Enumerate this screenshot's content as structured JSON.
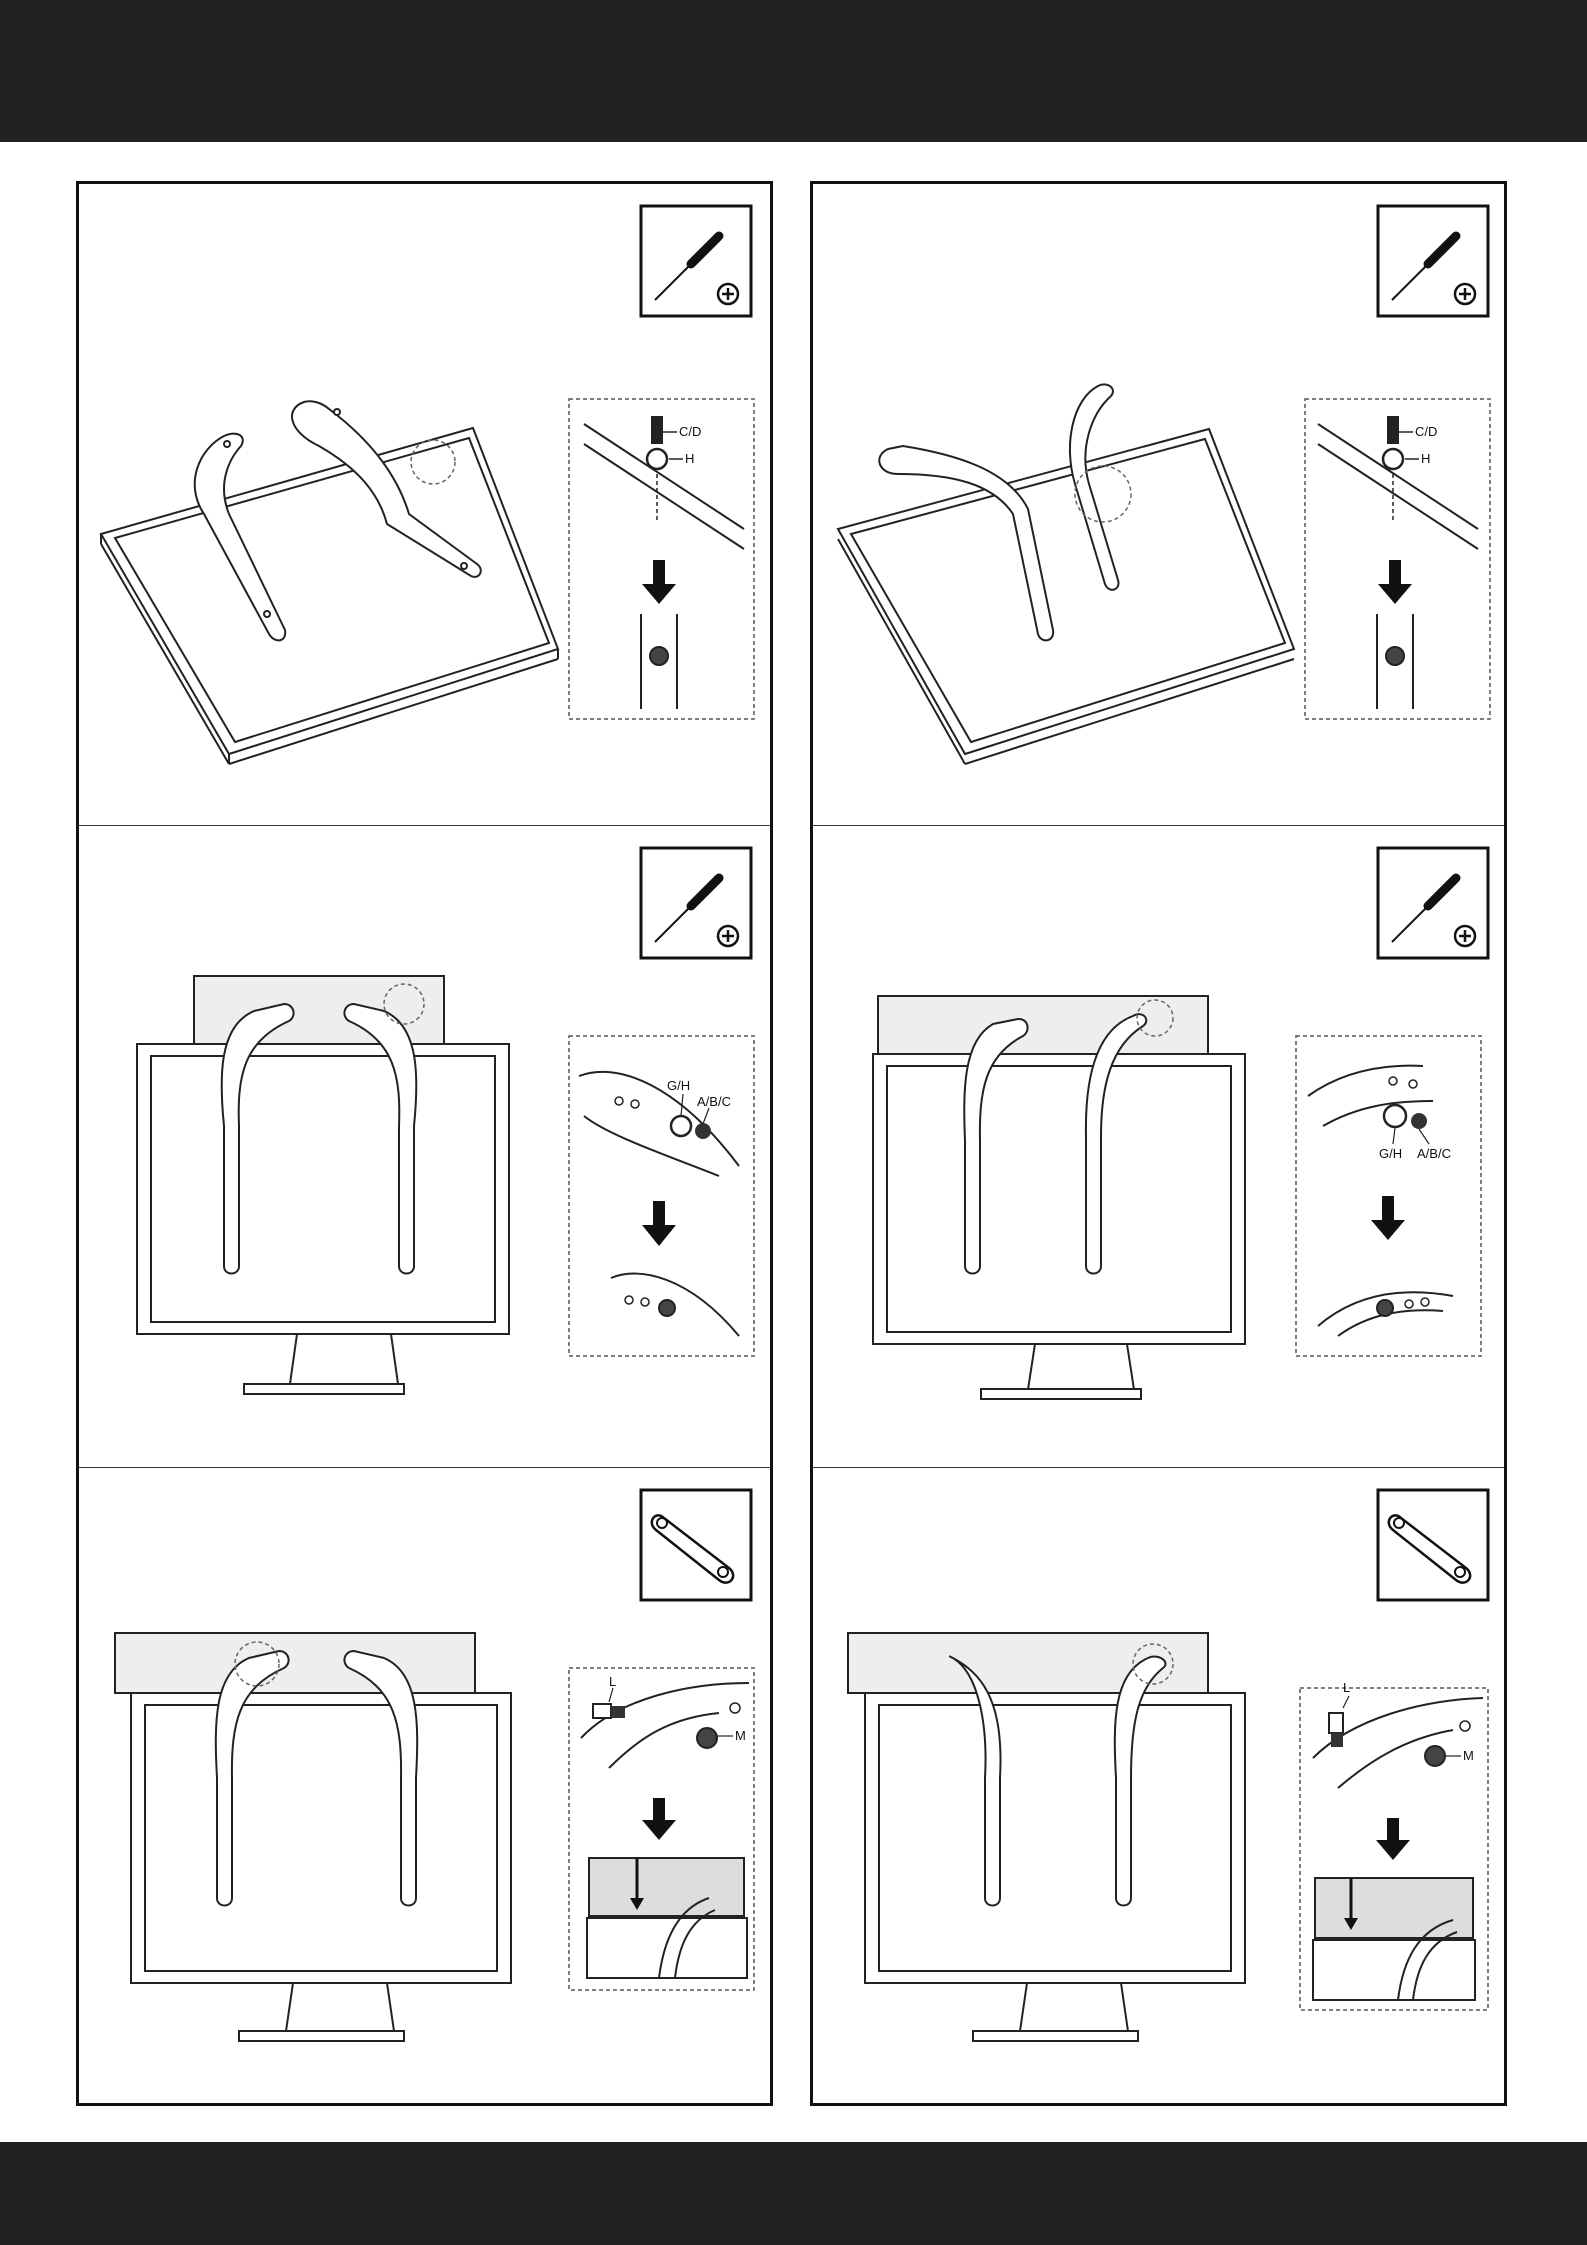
{
  "page": {
    "background": "#ffffff",
    "band_color": "#222222",
    "frame_color": "#111111"
  },
  "icons": {
    "screwdriver": "phillips-screwdriver-icon",
    "wrench": "wrench-icon",
    "arrow": "down-arrow-icon"
  },
  "steps": {
    "step1_left": {
      "callout": {
        "screw": "C/D",
        "washer": "H"
      }
    },
    "step1_right": {
      "callout": {
        "screw": "C/D",
        "washer": "H"
      }
    },
    "step2_left": {
      "callout": {
        "washer": "G/H",
        "screw": "A/B/C"
      }
    },
    "step2_right": {
      "callout": {
        "washer": "G/H",
        "screw": "A/B/C"
      }
    },
    "step3_left": {
      "callout": {
        "bolt": "L",
        "nut": "M"
      }
    },
    "step3_right": {
      "callout": {
        "bolt": "L",
        "nut": "M"
      }
    }
  }
}
